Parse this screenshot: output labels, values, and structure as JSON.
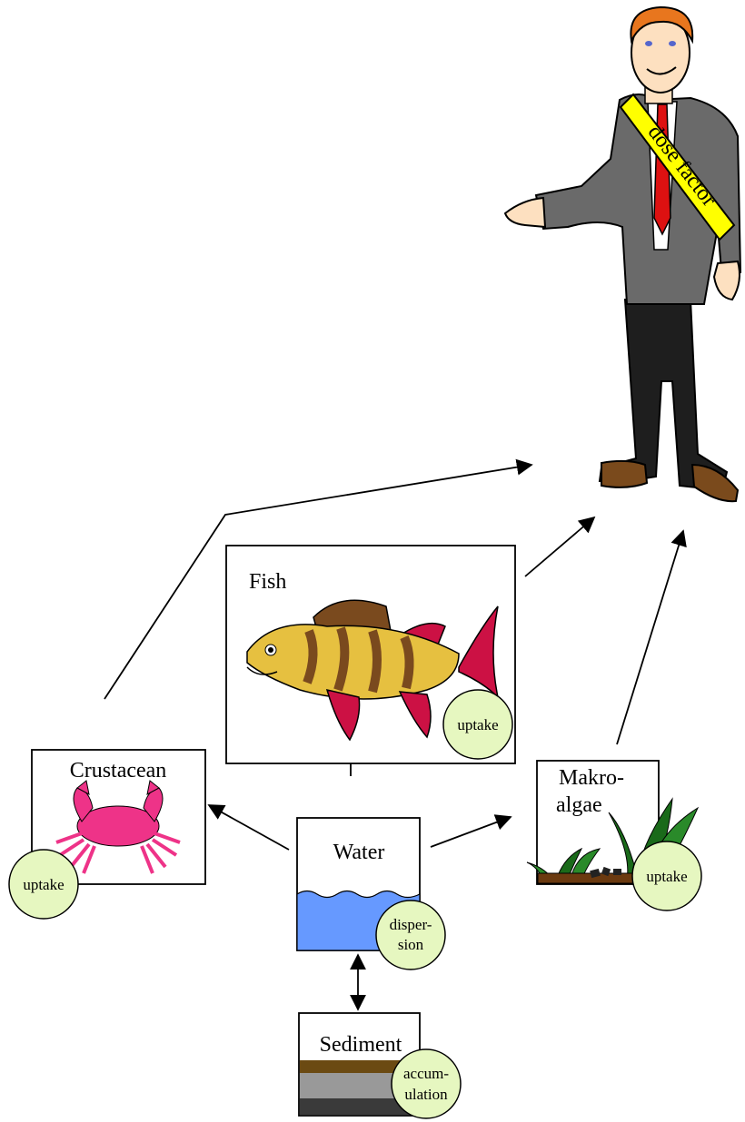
{
  "person": {
    "sash_label": "dose factor"
  },
  "boxes": {
    "fish": {
      "label": "Fish",
      "process": "uptake"
    },
    "crustacean": {
      "label": "Crustacean",
      "process": "uptake"
    },
    "water": {
      "label": "Water",
      "process_line1": "disper-",
      "process_line2": "sion"
    },
    "makroalgae": {
      "label_line1": "Makro-",
      "label_line2": "algae",
      "process": "uptake"
    },
    "sediment": {
      "label": "Sediment",
      "process_line1": "accum-",
      "process_line2": "ulation"
    }
  },
  "colors": {
    "process_circle_fill": "#e6f7c0",
    "water_fill": "#6699ff",
    "crab": "#ee3388",
    "sash": "#ffff00",
    "tie": "#dd1111",
    "suit": "#6a6a6a"
  }
}
